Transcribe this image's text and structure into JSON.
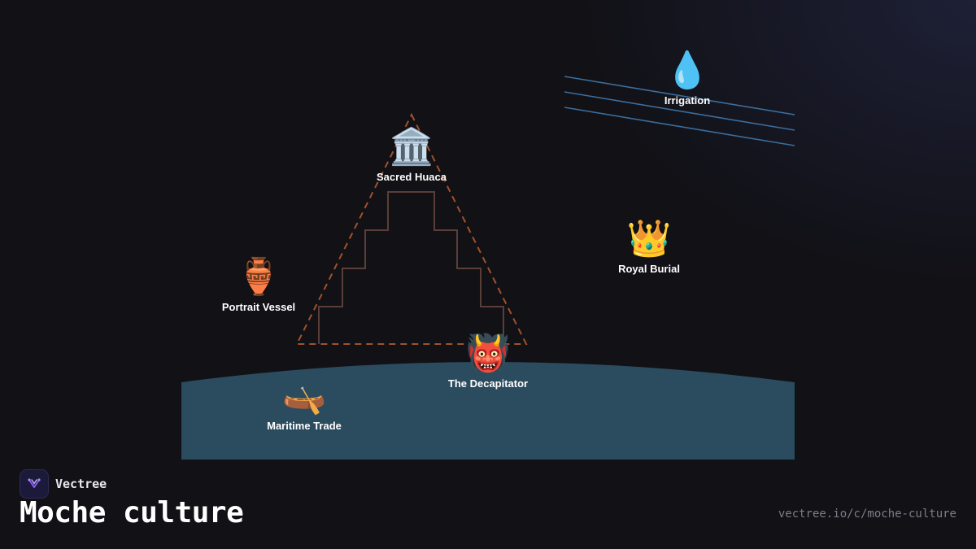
{
  "brand": {
    "name": "Vectree",
    "logo_icon": "vectree-logo-icon",
    "accent": "#8b5cf6"
  },
  "title": "Moche culture",
  "url": "vectree.io/c/moche-culture",
  "colors": {
    "background": "#111116",
    "sea": "#2b4b5e",
    "pyramid_outline": "#a0522d",
    "pyramid_steps": "#5a3e38",
    "irrigation_lines": "#3a6e9e"
  },
  "nodes": [
    {
      "id": "sacred-huaca",
      "emoji": "🏛️",
      "icon": "classical-building-icon",
      "label": "Sacred Huaca"
    },
    {
      "id": "irrigation",
      "emoji": "💧",
      "icon": "droplet-icon",
      "label": "Irrigation"
    },
    {
      "id": "royal-burial",
      "emoji": "👑",
      "icon": "crown-icon",
      "label": "Royal Burial"
    },
    {
      "id": "portrait-vessel",
      "emoji": "🏺",
      "icon": "amphora-icon",
      "label": "Portrait Vessel"
    },
    {
      "id": "the-decapitator",
      "emoji": "👹",
      "icon": "ogre-mask-icon",
      "label": "The Decapitator"
    },
    {
      "id": "maritime-trade",
      "emoji": "🛶",
      "icon": "canoe-icon",
      "label": "Maritime Trade"
    }
  ]
}
